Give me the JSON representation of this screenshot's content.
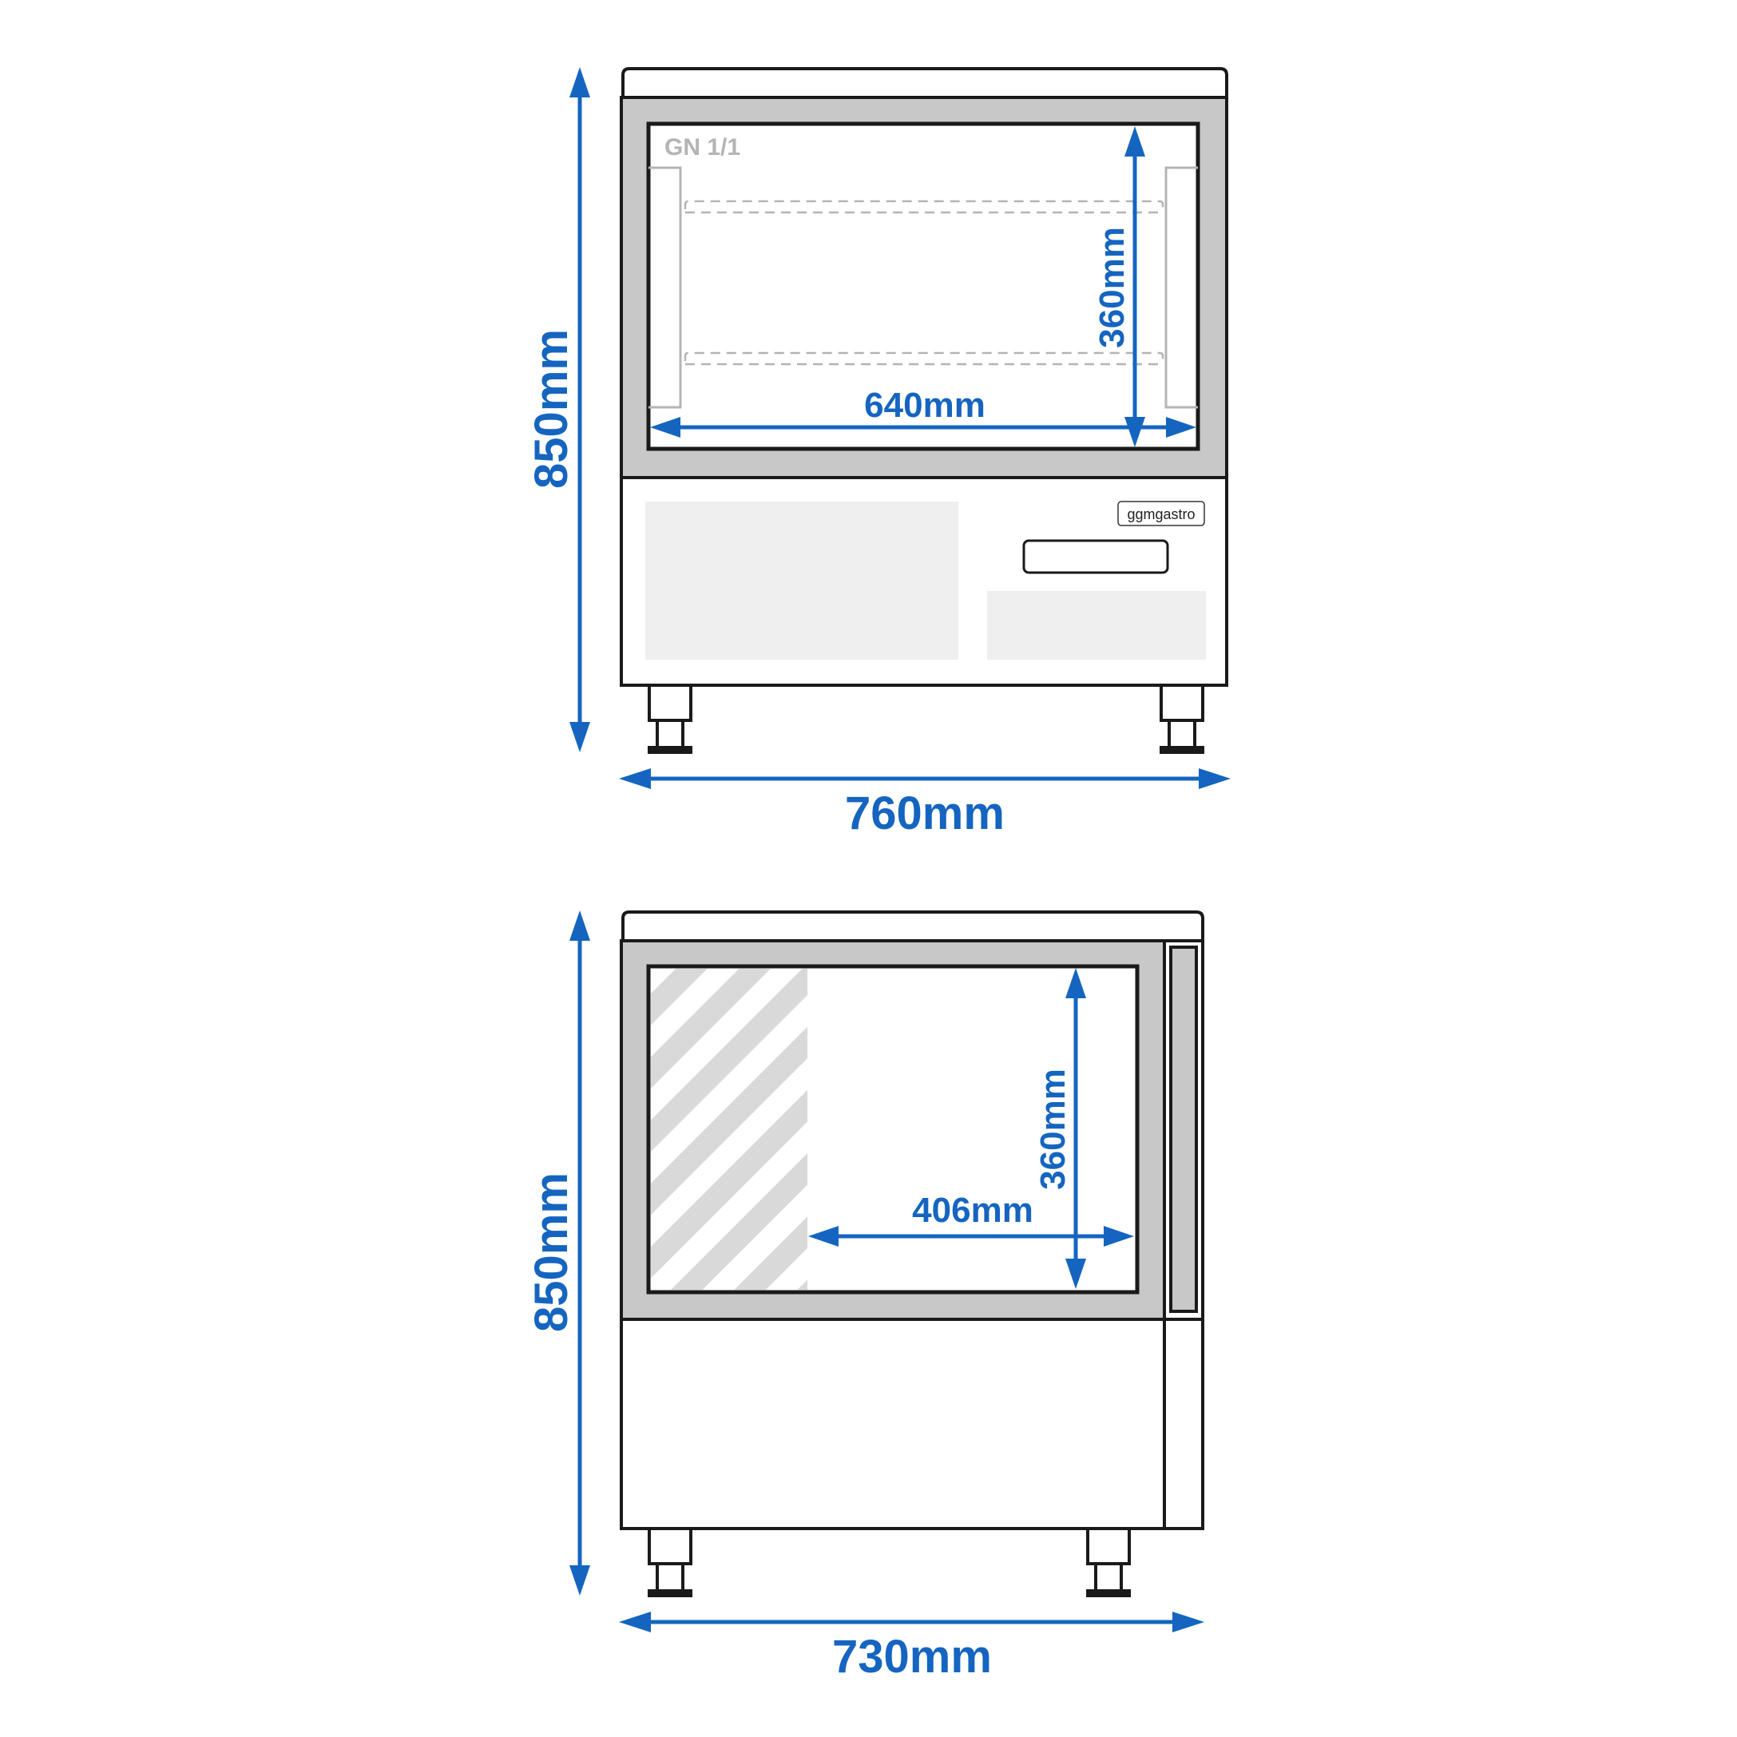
{
  "colors": {
    "dimension": "#1565c0",
    "outline": "#1a1a1a",
    "frame_grey": "#c8c8c8",
    "panel_grey": "#efefef",
    "hatch_grey": "#d9d9d9"
  },
  "front_view": {
    "overall_height": "850mm",
    "overall_width": "760mm",
    "inner_width": "640mm",
    "inner_height": "360mm",
    "tray_label": "GN 1/1",
    "brand": "ggmgastro"
  },
  "side_view": {
    "overall_height": "850mm",
    "overall_depth": "730mm",
    "inner_depth": "406mm",
    "inner_height": "360mm"
  }
}
